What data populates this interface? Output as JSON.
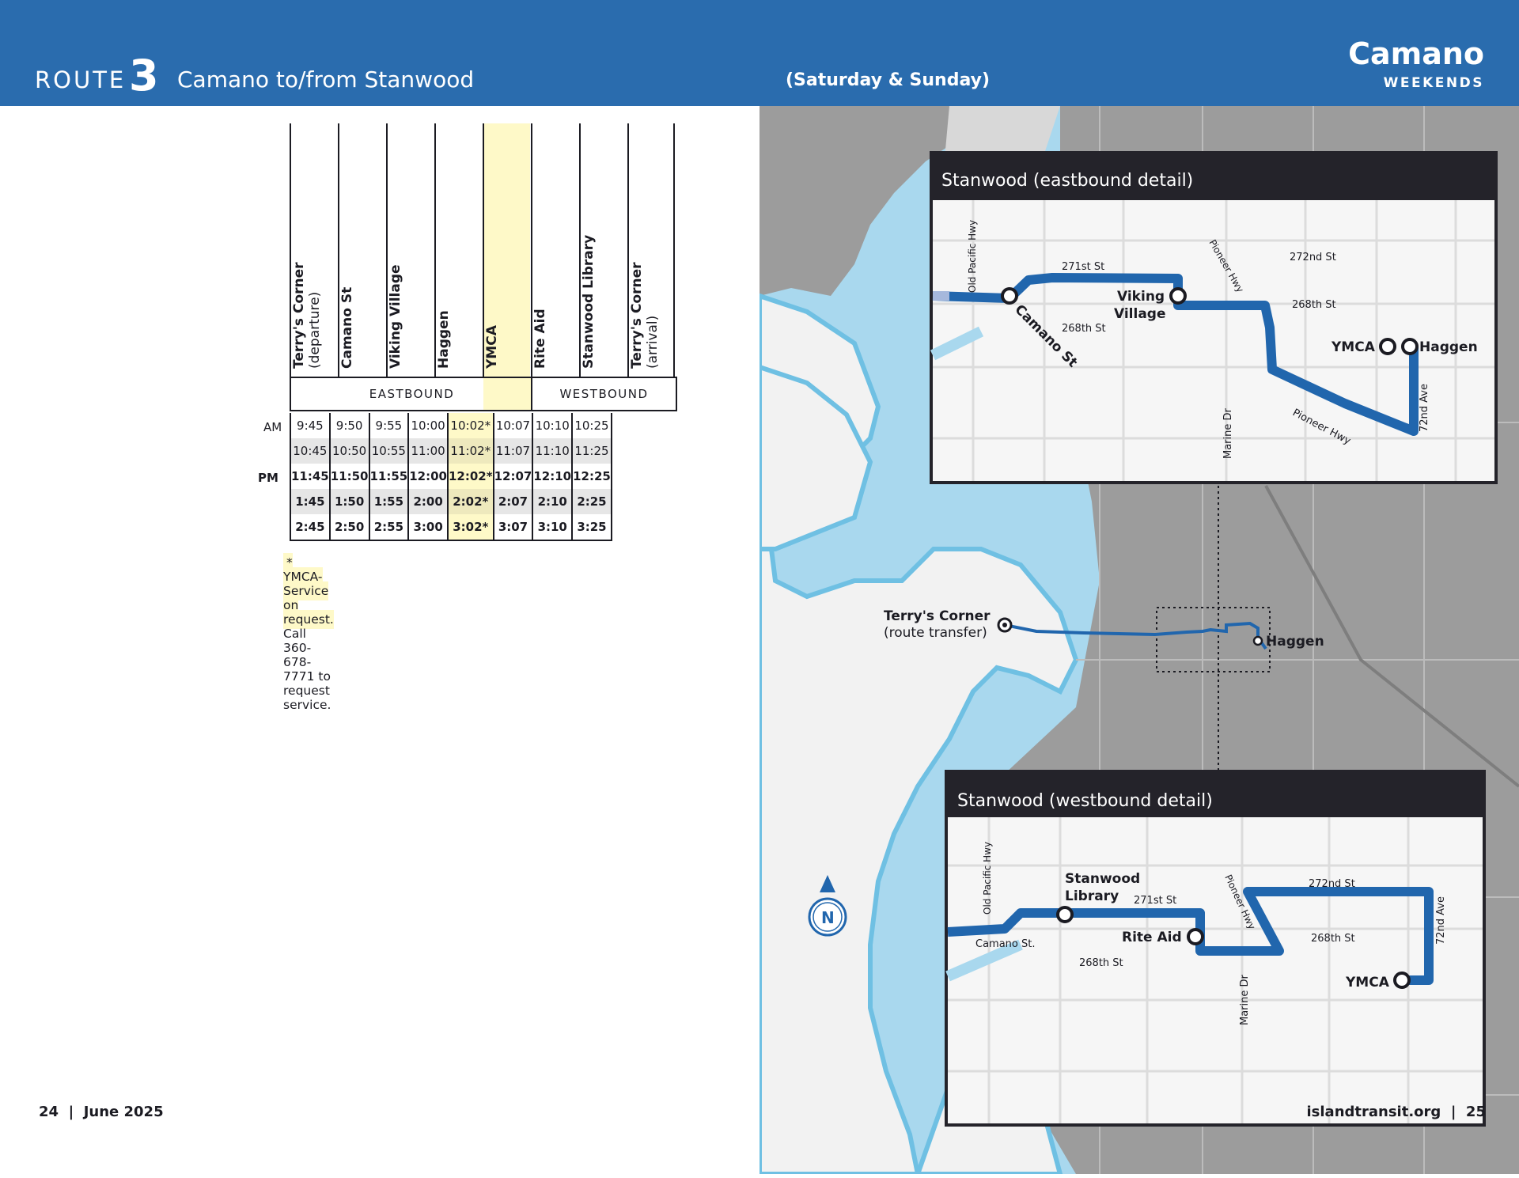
{
  "header": {
    "route_word": "ROUTE",
    "route_number": "3",
    "route_name": "Camano to/from Stanwood",
    "days": "(Saturday & Sunday)",
    "area": "Camano",
    "area_sub": "WEEKENDS"
  },
  "colors": {
    "brand_blue": "#2a6cae",
    "route_blue": "#2166ad",
    "water": "#a9d8ee",
    "ymca_highlight": "#fef9c8"
  },
  "timetable": {
    "stops": [
      {
        "name": "Terry's Corner",
        "sub": "(departure)"
      },
      {
        "name": "Camano St",
        "sub": ""
      },
      {
        "name": "Viking Village",
        "sub": ""
      },
      {
        "name": "Haggen",
        "sub": ""
      },
      {
        "name": "YMCA",
        "sub": ""
      },
      {
        "name": "Rite Aid",
        "sub": ""
      },
      {
        "name": "Stanwood Library",
        "sub": ""
      },
      {
        "name": "Terry's Corner",
        "sub": "(arrival)"
      }
    ],
    "eastbound_label": "EASTBOUND",
    "westbound_label": "WESTBOUND",
    "am_label": "AM",
    "pm_label": "PM",
    "rows": [
      [
        "9:45",
        "9:50",
        "9:55",
        "10:00",
        "10:02*",
        "10:07",
        "10:10",
        "10:25"
      ],
      [
        "10:45",
        "10:50",
        "10:55",
        "11:00",
        "11:02*",
        "11:07",
        "11:10",
        "11:25"
      ],
      [
        "11:45",
        "11:50",
        "11:55",
        "12:00",
        "12:02*",
        "12:07",
        "12:10",
        "12:25"
      ],
      [
        "1:45",
        "1:50",
        "1:55",
        "2:00",
        "2:02*",
        "2:07",
        "2:10",
        "2:25"
      ],
      [
        "2:45",
        "2:50",
        "2:55",
        "3:00",
        "3:02*",
        "3:07",
        "3:10",
        "3:25"
      ]
    ],
    "note_star": "* YMCA-Service on request.",
    "note_rest": " Call 360-678-7771 to request service."
  },
  "map": {
    "eastbound_title": "Stanwood (eastbound detail)",
    "westbound_title": "Stanwood (westbound detail)",
    "east_labels": {
      "old_pacific": "Old Pacific Hwy",
      "st271": "271st St",
      "st268": "268th St",
      "camano_st": "Camano St",
      "viking1": "Viking",
      "viking2": "Village",
      "pioneer": "Pioneer Hwy",
      "st272": "272nd St",
      "st268b": "268th St",
      "ymca": "YMCA",
      "haggen": "Haggen",
      "pioneer2": "Pioneer Hwy",
      "marine": "Marine Dr",
      "ave72": "72nd Ave"
    },
    "main_labels": {
      "terrys1": "Terry's Corner",
      "terrys2": "(route transfer)",
      "haggen": "Haggen",
      "north": "N"
    },
    "west_labels": {
      "old_pacific": "Old Pacific Hwy",
      "library1": "Stanwood",
      "library2": "Library",
      "st271": "271st St",
      "camano_st": "Camano St.",
      "st268": "268th St",
      "rite_aid": "Rite Aid",
      "pioneer": "Pioneer Hwy",
      "st272": "272nd St",
      "st268b": "268th St",
      "ave72": "72nd Ave",
      "marine": "Marine Dr",
      "ymca": "YMCA"
    }
  },
  "footer": {
    "left": "24  |  June 2025",
    "right": "islandtransit.org  |  25"
  }
}
